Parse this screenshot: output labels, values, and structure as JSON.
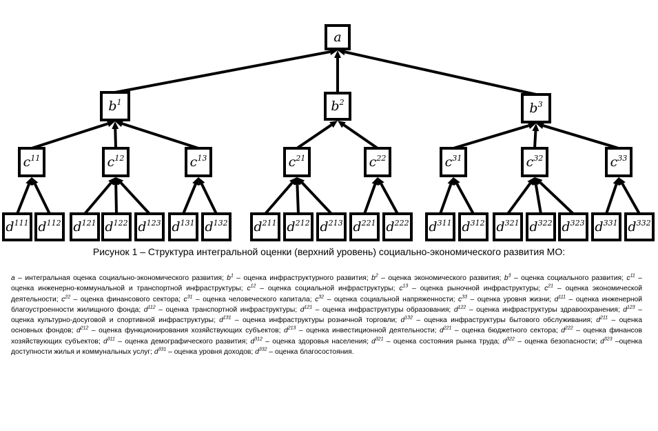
{
  "diagram": {
    "nodes": [
      {
        "id": "a",
        "base": "a",
        "sup": ""
      },
      {
        "id": "b1",
        "base": "b",
        "sup": "1"
      },
      {
        "id": "b2",
        "base": "b",
        "sup": "2"
      },
      {
        "id": "b3",
        "base": "b",
        "sup": "3"
      },
      {
        "id": "c11",
        "base": "c",
        "sup": "11"
      },
      {
        "id": "c12",
        "base": "c",
        "sup": "12"
      },
      {
        "id": "c13",
        "base": "c",
        "sup": "13"
      },
      {
        "id": "c21",
        "base": "c",
        "sup": "21"
      },
      {
        "id": "c22",
        "base": "c",
        "sup": "22"
      },
      {
        "id": "c31",
        "base": "c",
        "sup": "31"
      },
      {
        "id": "c32",
        "base": "c",
        "sup": "32"
      },
      {
        "id": "c33",
        "base": "c",
        "sup": "33"
      },
      {
        "id": "d111",
        "base": "d",
        "sup": "111"
      },
      {
        "id": "d112",
        "base": "d",
        "sup": "112"
      },
      {
        "id": "d121",
        "base": "d",
        "sup": "121"
      },
      {
        "id": "d122",
        "base": "d",
        "sup": "122"
      },
      {
        "id": "d123",
        "base": "d",
        "sup": "123"
      },
      {
        "id": "d131",
        "base": "d",
        "sup": "131"
      },
      {
        "id": "d132",
        "base": "d",
        "sup": "132"
      },
      {
        "id": "d211",
        "base": "d",
        "sup": "211"
      },
      {
        "id": "d212",
        "base": "d",
        "sup": "212"
      },
      {
        "id": "d213",
        "base": "d",
        "sup": "213"
      },
      {
        "id": "d221",
        "base": "d",
        "sup": "221"
      },
      {
        "id": "d222",
        "base": "d",
        "sup": "222"
      },
      {
        "id": "d311",
        "base": "d",
        "sup": "311"
      },
      {
        "id": "d312",
        "base": "d",
        "sup": "312"
      },
      {
        "id": "d321",
        "base": "d",
        "sup": "321"
      },
      {
        "id": "d322",
        "base": "d",
        "sup": "322"
      },
      {
        "id": "d323",
        "base": "d",
        "sup": "323"
      },
      {
        "id": "d331",
        "base": "d",
        "sup": "331"
      },
      {
        "id": "d332",
        "base": "d",
        "sup": "332"
      }
    ],
    "edges": [
      [
        "b1",
        "a"
      ],
      [
        "b2",
        "a"
      ],
      [
        "b3",
        "a"
      ],
      [
        "c11",
        "b1"
      ],
      [
        "c12",
        "b1"
      ],
      [
        "c13",
        "b1"
      ],
      [
        "c21",
        "b2"
      ],
      [
        "c22",
        "b2"
      ],
      [
        "c31",
        "b3"
      ],
      [
        "c32",
        "b3"
      ],
      [
        "c33",
        "b3"
      ],
      [
        "d111",
        "c11"
      ],
      [
        "d112",
        "c11"
      ],
      [
        "d121",
        "c12"
      ],
      [
        "d122",
        "c12"
      ],
      [
        "d123",
        "c12"
      ],
      [
        "d131",
        "c13"
      ],
      [
        "d132",
        "c13"
      ],
      [
        "d211",
        "c21"
      ],
      [
        "d212",
        "c21"
      ],
      [
        "d213",
        "c21"
      ],
      [
        "d221",
        "c22"
      ],
      [
        "d222",
        "c22"
      ],
      [
        "d311",
        "c31"
      ],
      [
        "d312",
        "c31"
      ],
      [
        "d321",
        "c32"
      ],
      [
        "d322",
        "c32"
      ],
      [
        "d323",
        "c32"
      ],
      [
        "d331",
        "c33"
      ],
      [
        "d332",
        "c33"
      ]
    ]
  },
  "caption": "Рисунок 1 – Структура интегральной оценки (верхний уровень) социально-экономического развития МО:",
  "legend": [
    {
      "base": "a",
      "sup": "",
      "text": " – интегральная оценка социально-экономического развития; "
    },
    {
      "base": "b",
      "sup": "1",
      "text": " – оценка инфраструктурного развития; "
    },
    {
      "base": "b",
      "sup": "2",
      "text": " – оценка экономического развития; "
    },
    {
      "base": "b",
      "sup": "3",
      "text": " – оценка социального развития; "
    },
    {
      "base": "c",
      "sup": "11",
      "text": " – оценка инженерно-коммунальной и транспортной инфраструктуры; "
    },
    {
      "base": "c",
      "sup": "12",
      "text": " – оценка социальной инфраструктуры; "
    },
    {
      "base": "c",
      "sup": "13",
      "text": " – оценка рыночной инфраструктуры; "
    },
    {
      "base": "c",
      "sup": "21",
      "text": " – оценка экономической деятельности; "
    },
    {
      "base": "c",
      "sup": "22",
      "text": " – оценка финансового сектора; "
    },
    {
      "base": "c",
      "sup": "31",
      "text": " – оценка человеческого капитала; "
    },
    {
      "base": "c",
      "sup": "32",
      "text": " – оценка социальной напряженности; "
    },
    {
      "base": "c",
      "sup": "33",
      "text": " – оценка уровня жизни; "
    },
    {
      "base": "d",
      "sup": "111",
      "text": " – оценка инженерной благоустроенности жилищного фонда; "
    },
    {
      "base": "d",
      "sup": "112",
      "text": " – оценка транспортной инфраструктуры; "
    },
    {
      "base": "d",
      "sup": "121",
      "text": " – оценка инфраструктуры образования; "
    },
    {
      "base": "d",
      "sup": "122",
      "text": " – оценка инфраструктуры здравоохранения; "
    },
    {
      "base": "d",
      "sup": "123",
      "text": " – оценка культурно-досуговой и спортивной инфраструктуры; "
    },
    {
      "base": "d",
      "sup": "131",
      "text": " – оценка инфраструктуры розничной торговли; "
    },
    {
      "base": "d",
      "sup": "132",
      "text": " – оценка инфраструктуры бытового обслуживания; "
    },
    {
      "base": "d",
      "sup": "211",
      "text": " – оценка основных фондов; "
    },
    {
      "base": "d",
      "sup": "212",
      "text": " – оценка функционирования хозяйствующих субъектов; "
    },
    {
      "base": "d",
      "sup": "213",
      "text": " – оценка инвестиционной деятельности; "
    },
    {
      "base": "d",
      "sup": "221",
      "text": " – оценка бюджетного сектора; "
    },
    {
      "base": "d",
      "sup": "222",
      "text": " – оценка финансов хозяйствующих субъектов; "
    },
    {
      "base": "d",
      "sup": "311",
      "text": " – оценка демографического развития; "
    },
    {
      "base": "d",
      "sup": "312",
      "text": " – оценка здоровья населения; "
    },
    {
      "base": "d",
      "sup": "321",
      "text": " – оценка состояния рынка труда; "
    },
    {
      "base": "d",
      "sup": "322",
      "text": " – оценка безопасности; "
    },
    {
      "base": "d",
      "sup": "323",
      "text": " –оценка доступности жилья и коммунальных услуг; "
    },
    {
      "base": "d",
      "sup": "331",
      "text": " – оценка уровня доходов; "
    },
    {
      "base": "d",
      "sup": "332",
      "text": " – оценка благосостояния."
    }
  ]
}
